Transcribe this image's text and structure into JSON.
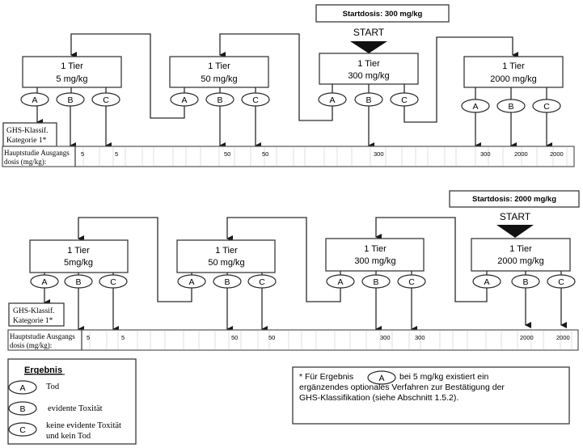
{
  "diagrams": [
    {
      "id": "top",
      "startdosis": "Startdosis: 300 mg/kg",
      "start_label": "START",
      "start_step": 2,
      "steps": [
        {
          "line1": "1 Tier",
          "line2": "5 mg/kg"
        },
        {
          "line1": "1 Tier",
          "line2": "50 mg/kg"
        },
        {
          "line1": "1 Tier",
          "line2": "300 mg/kg"
        },
        {
          "line1": "1 Tier",
          "line2": "2000 mg/kg"
        }
      ],
      "ghs_label": [
        "GHS-Klassif.",
        "Kategorie 1*"
      ],
      "strip_label": [
        "Hauptstudie Ausgangs",
        "dosis (mg/kg):"
      ],
      "strip_values": [
        "5",
        "5",
        "50",
        "50",
        "300",
        "300",
        "2000",
        "2000"
      ]
    },
    {
      "id": "bottom",
      "startdosis": "Startdosis: 2000 mg/kg",
      "start_label": "START",
      "start_step": 3,
      "steps": [
        {
          "line1": "1 Tier",
          "line2": "5mg/kg"
        },
        {
          "line1": "1 Tier",
          "line2": "50 mg/kg"
        },
        {
          "line1": "1 Tier",
          "line2": "300 mg/kg"
        },
        {
          "line1": "1 Tier",
          "line2": "2000 mg/kg"
        }
      ],
      "ghs_label": [
        "GHS-Klassif.",
        "Kategorie 1*"
      ],
      "strip_label": [
        "Hauptstudie Ausgangs",
        "dosis (mg/kg):"
      ],
      "strip_values": [
        "5",
        "5",
        "50",
        "50",
        "300",
        "300",
        "2000",
        "2000"
      ]
    }
  ],
  "outcome_letters": [
    "A",
    "B",
    "C"
  ],
  "legend": {
    "title": "Ergebnis",
    "items": [
      {
        "letter": "A",
        "text": [
          "Tod"
        ]
      },
      {
        "letter": "B",
        "text": [
          "evidente Toxität"
        ]
      },
      {
        "letter": "C",
        "text": [
          "keine evidente Toxität",
          "und kein Tod"
        ]
      }
    ]
  },
  "footnote": {
    "prefix": "* Für Ergebnis",
    "letter": "A",
    "suffix": "bei 5 mg/kg existiert ein",
    "line2": "ergänzendes optionales Verfahren zur Bestätigung der",
    "line3": "GHS-Klassifikation (siehe Abschnitt 1.5.2)."
  }
}
